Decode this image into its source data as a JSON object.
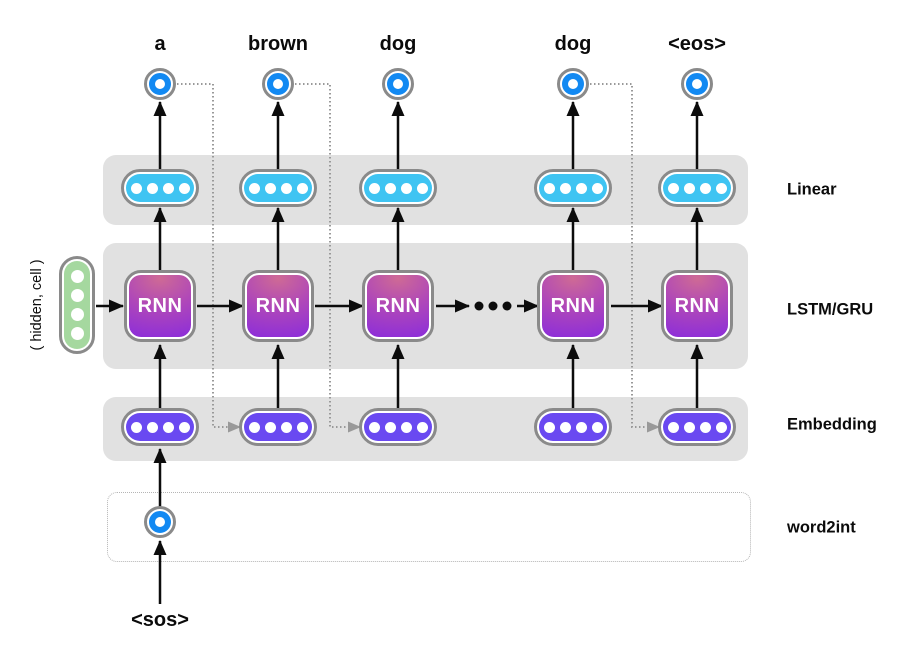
{
  "columns": [
    {
      "word": "a"
    },
    {
      "word": "brown"
    },
    {
      "word": "dog"
    },
    {
      "word": "dog"
    },
    {
      "word": "<eos>"
    }
  ],
  "rnn_label": "RNN",
  "layer_labels": {
    "linear": "Linear",
    "lstm": "LSTM/GRU",
    "embedding": "Embedding",
    "word2int": "word2int"
  },
  "state_label": "( hidden, cell )",
  "sos_label": "<sos>",
  "colors": {
    "band_gray": "#e1e1e1",
    "node_ring_gray": "#8a8a8a",
    "linear_pill_cyan": "#3fc4f2",
    "embedding_pill_violet": "#6a49f1",
    "state_pill_green": "#a5d89f",
    "token_circle_blue": "#1289f2",
    "rnn_gradient_top": "#ce6a95",
    "rnn_gradient_bottom": "#9030d6",
    "connector_black": "#0c0c0c",
    "feedback_gray": "#999999"
  }
}
